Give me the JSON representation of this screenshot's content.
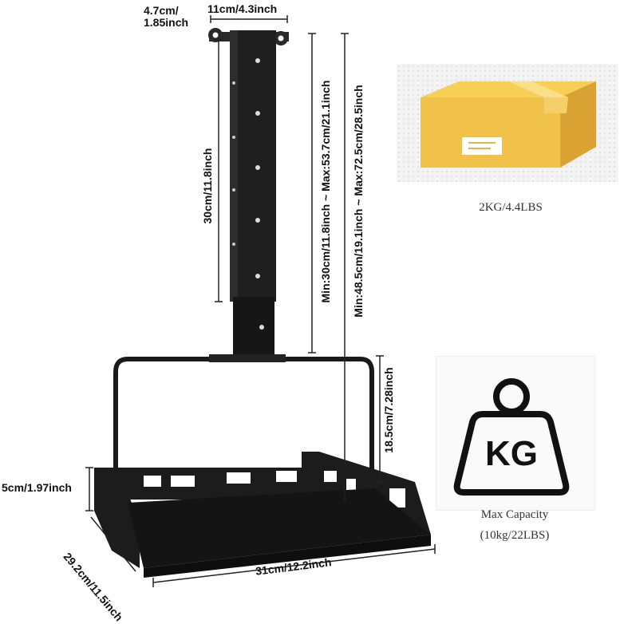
{
  "dimensions": {
    "plate_depth": "4.7cm/\n1.85inch",
    "plate_width": "11cm/4.3inch",
    "tube_length": "30cm/11.8inch",
    "pole_range_short": "Min:30cm/11.8inch ~ Max:53.7cm/21.1inch",
    "pole_range_total": "Min:48.5cm/19.1inch ~ Max:72.5cm/28.5inch",
    "frame_height": "18.5cm/7.28inch",
    "tray_lip_height": "5cm/1.97inch",
    "tray_depth": "29.2cm/11.5inch",
    "tray_width": "31cm/12.2inch"
  },
  "box_capacity": "2KG/4.4LBS",
  "weight": {
    "symbol_text": "KG",
    "caption_title": "Max Capacity",
    "caption_value": "(10kg/22LBS)"
  },
  "colors": {
    "metal": "#1c1c1c",
    "box_top": "#f4c94a",
    "box_side": "#e0aa2f",
    "background": "#ffffff"
  }
}
